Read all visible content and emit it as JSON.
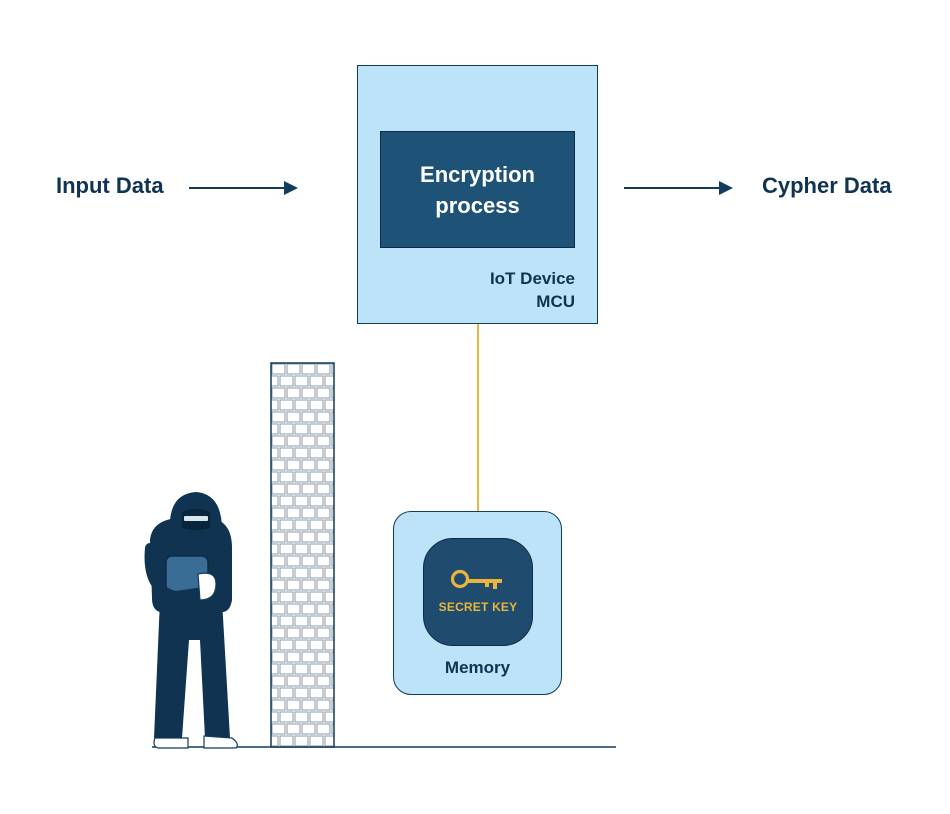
{
  "flow": {
    "input_label": "Input Data",
    "output_label": "Cypher Data"
  },
  "device": {
    "process_line1": "Encryption",
    "process_line2": "process",
    "caption_line1": "IoT Device",
    "caption_line2": "MCU"
  },
  "memory": {
    "label": "Memory",
    "key_label": "SECRET KEY",
    "key_icon": "key-icon"
  },
  "figures": {
    "attacker_icon": "hooded-attacker-icon",
    "wall_icon": "brick-wall-icon"
  },
  "colors": {
    "navy": "#0f3350",
    "device_fill": "#bde3f8",
    "process_fill": "#1e5276",
    "key_accent": "#e9b53c"
  }
}
